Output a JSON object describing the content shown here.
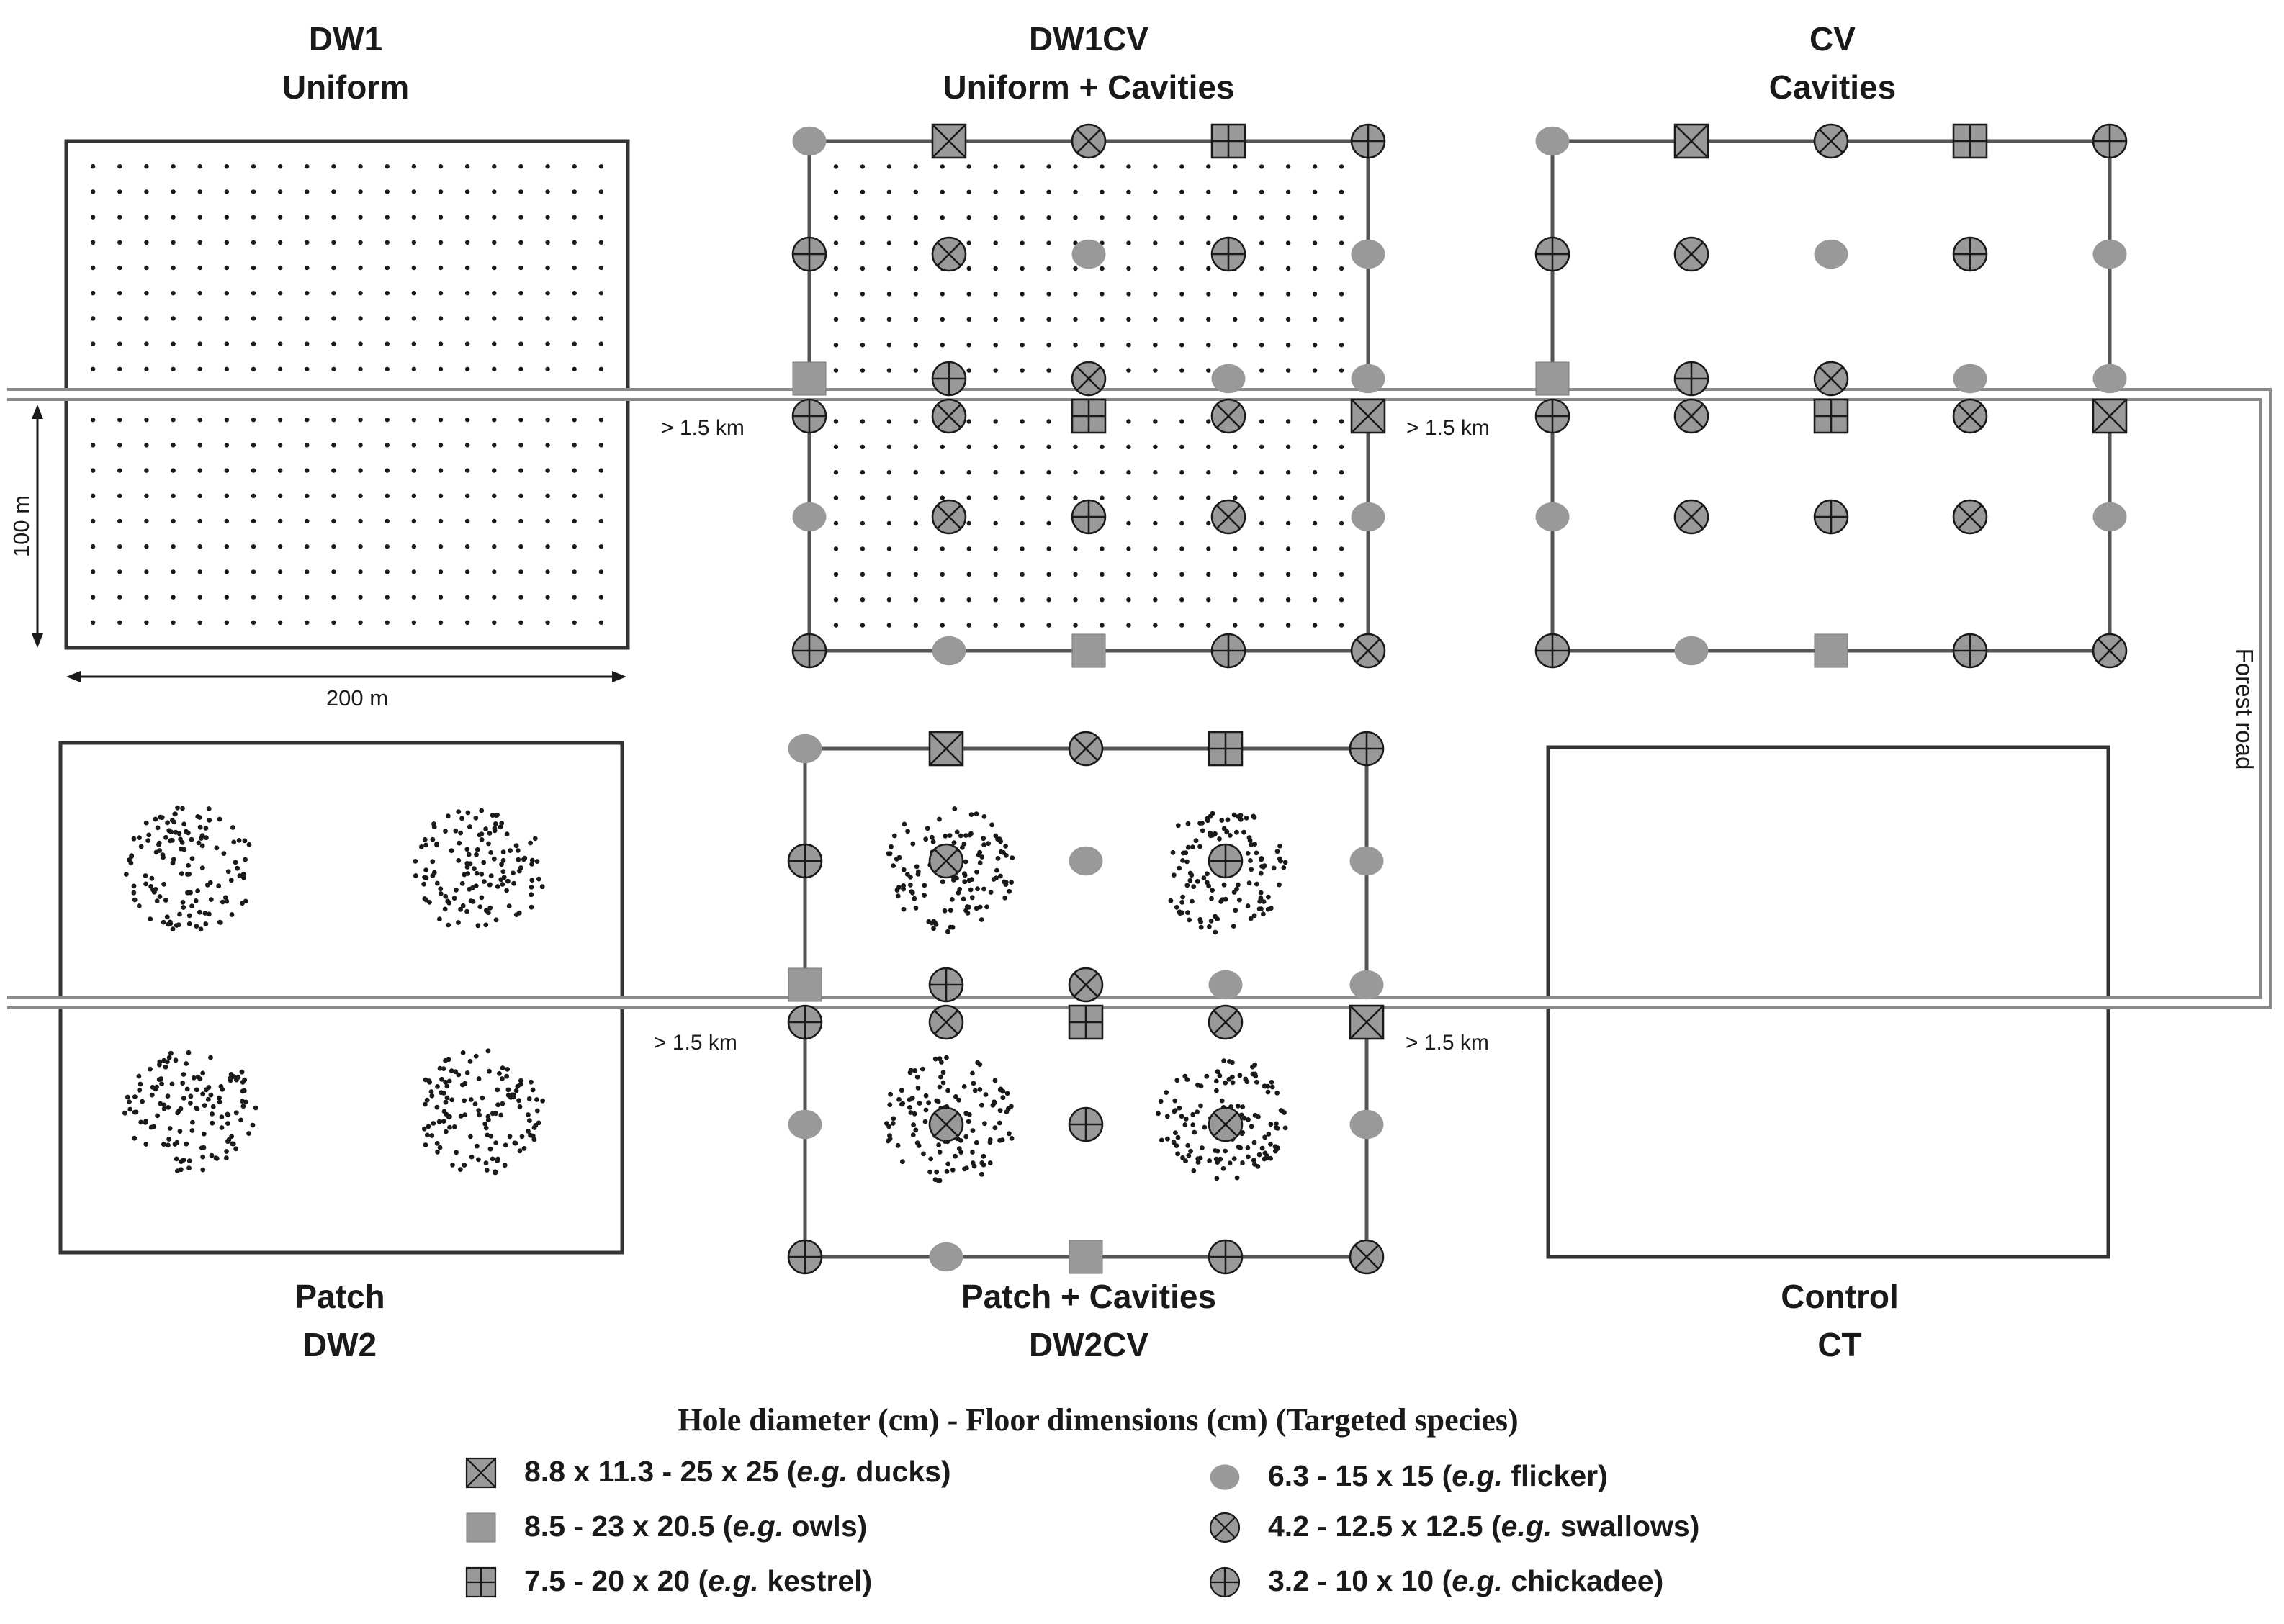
{
  "plots": {
    "dw1": {
      "code": "DW1",
      "name": "Uniform"
    },
    "dw1cv": {
      "code": "DW1CV",
      "name": "Uniform + Cavities"
    },
    "cv": {
      "code": "CV",
      "name": "Cavities"
    },
    "dw2": {
      "name": "Patch",
      "code": "DW2"
    },
    "dw2cv": {
      "name": "Patch + Cavities",
      "code": "DW2CV"
    },
    "ct": {
      "name": "Control",
      "code": "CT"
    }
  },
  "scale": {
    "height": "100 m",
    "width": "200 m"
  },
  "distances": {
    "top_left": "> 1.5 km",
    "top_right": "> 1.5 km",
    "bottom_left": "> 1.5 km",
    "bottom_right": "> 1.5 km"
  },
  "road_label": "Forest road",
  "legend": {
    "title": "Hole diameter (cm) - Floor dimensions (cm) (Targeted species)",
    "eg_prefix": "e.g.",
    "items": [
      {
        "symbol": "cross-box",
        "dims": "8.8 x 11.3 - 25 x 25",
        "species": "ducks"
      },
      {
        "symbol": "square",
        "dims": "8.5 - 23 x 20.5",
        "species": "owls"
      },
      {
        "symbol": "plus-box",
        "dims": "7.5 - 20 x 20",
        "species": "kestrel"
      },
      {
        "symbol": "circle",
        "dims": "6.3 - 15 x 15",
        "species": "flicker"
      },
      {
        "symbol": "cross-circle",
        "dims": "4.2 - 12.5 x 12.5",
        "species": "swallows"
      },
      {
        "symbol": "plus-circle",
        "dims": "3.2 - 10 x 10",
        "species": "chickadee"
      }
    ]
  },
  "colors": {
    "symbol_fill": "#999999",
    "road": "#bfbfbf",
    "ink": "#1a1a1a"
  },
  "layouts": {
    "cavity_grid": [
      [
        "circle",
        "cross-box",
        "cross-circle",
        "plus-box",
        "plus-circle"
      ],
      [
        "plus-circle",
        "cross-circle",
        "circle",
        "plus-circle",
        "circle"
      ],
      [
        "square",
        "plus-circle",
        "cross-circle",
        "circle",
        "circle"
      ],
      [
        "plus-circle",
        "cross-circle",
        "plus-box",
        "cross-circle",
        "cross-box"
      ],
      [
        "circle",
        "cross-circle",
        "plus-circle",
        "cross-circle",
        "circle"
      ],
      [
        "plus-circle",
        "circle",
        "square",
        "plus-circle",
        "cross-circle"
      ]
    ],
    "patch_cavity_grid": [
      [
        "circle",
        "cross-box",
        "cross-circle",
        "plus-box",
        "plus-circle"
      ],
      [
        "plus-circle",
        "cross-circle",
        "circle",
        "plus-circle",
        "circle"
      ],
      [
        "square",
        "plus-circle",
        "cross-circle",
        "circle",
        "circle"
      ],
      [
        "plus-circle",
        "cross-circle",
        "plus-box",
        "cross-circle",
        "cross-box"
      ],
      [
        "circle",
        "cross-circle",
        "plus-circle",
        "cross-circle",
        "circle"
      ],
      [
        "plus-circle",
        "circle",
        "square",
        "plus-circle",
        "cross-circle"
      ]
    ]
  }
}
